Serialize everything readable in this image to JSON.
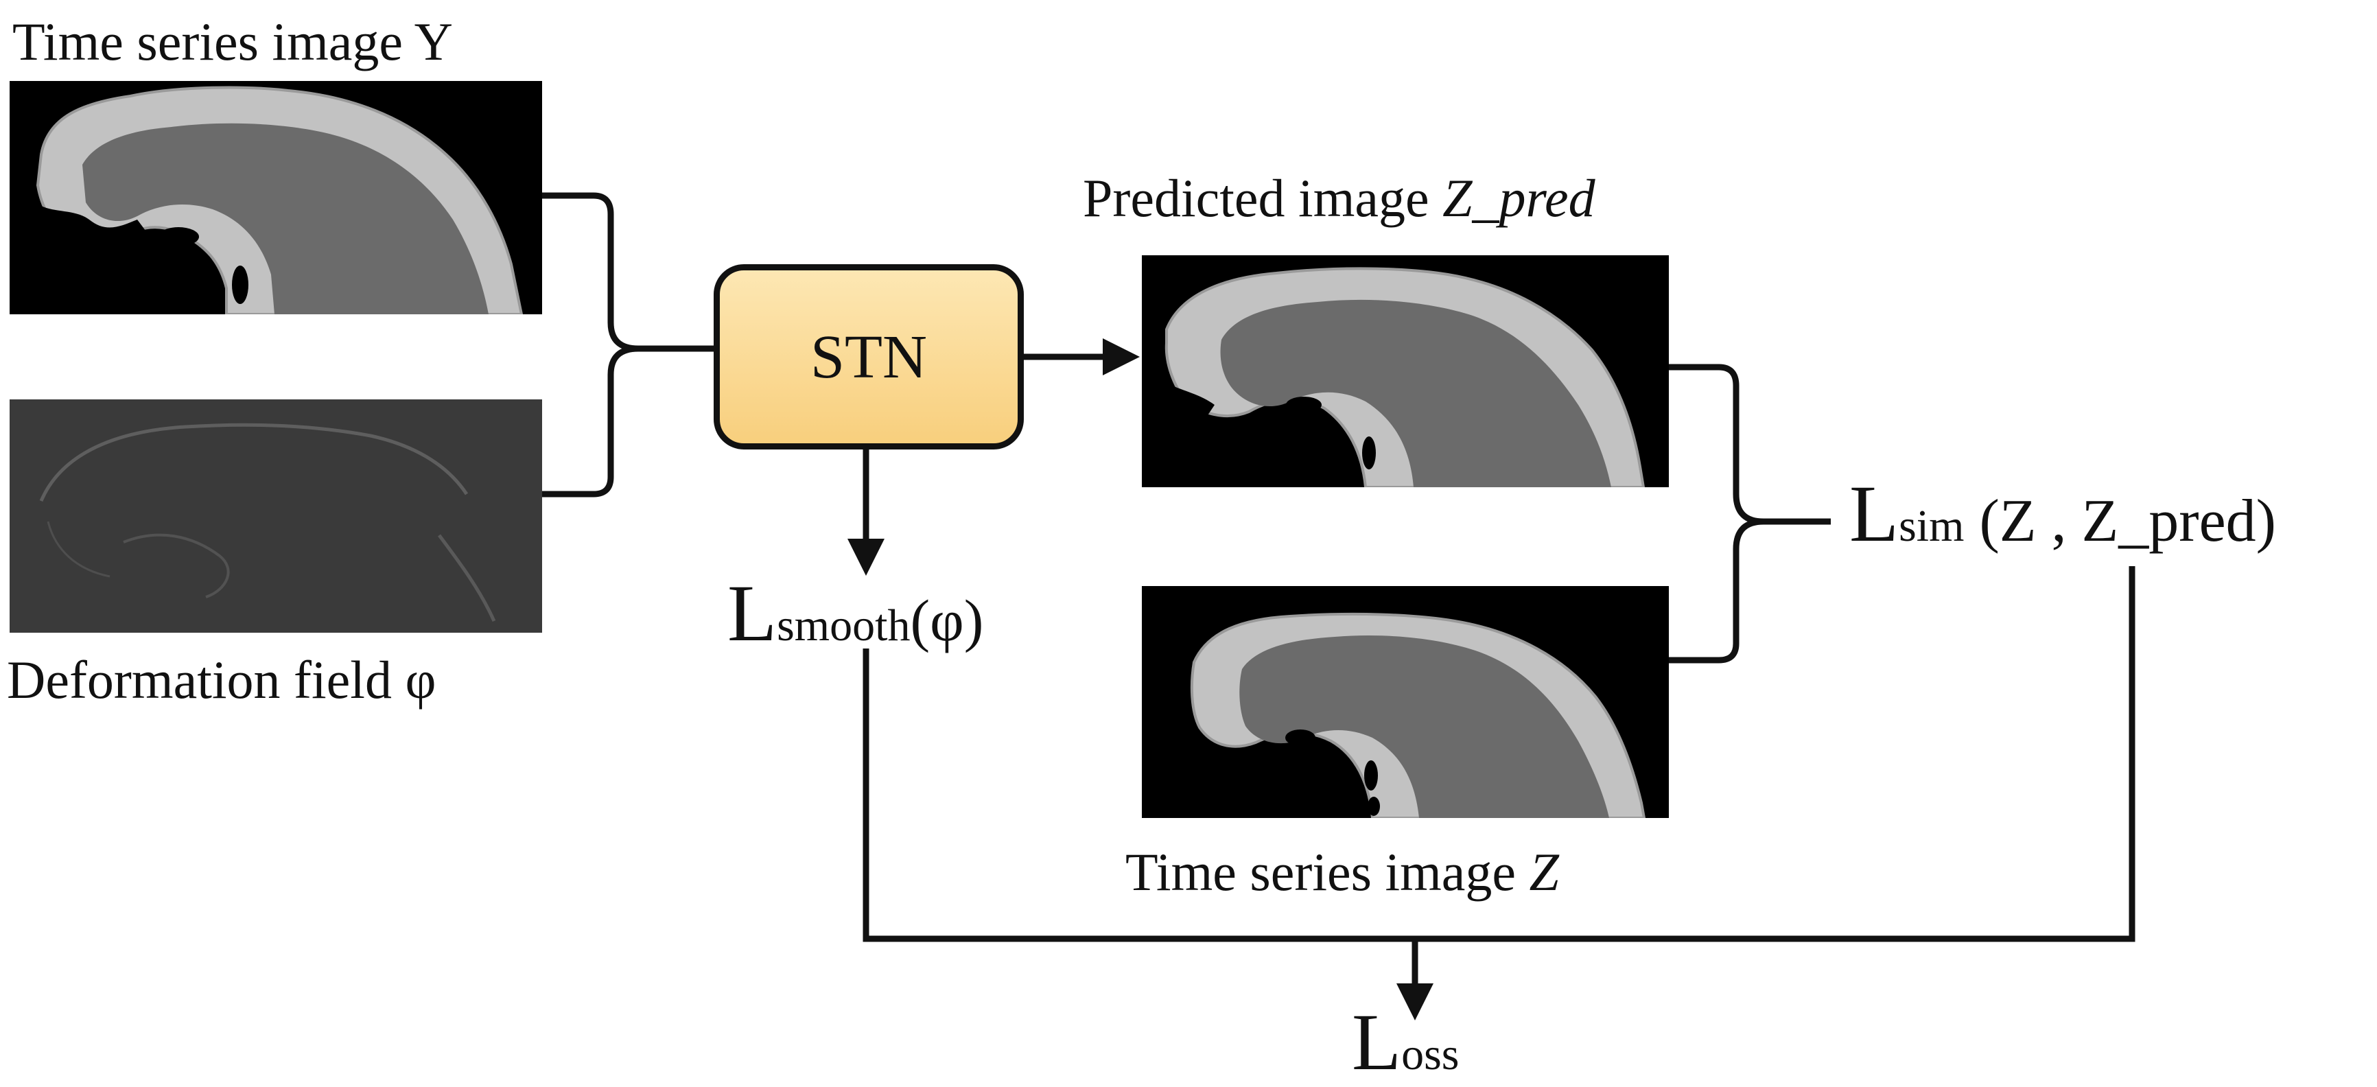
{
  "labels": {
    "input_y_prefix": "Time series image ",
    "input_y_var": "Y",
    "deformation": "Deformation field φ",
    "predicted_prefix": "Predicted image ",
    "predicted_var": "Z_pred",
    "target_prefix": "Time series image ",
    "target_var": "Z",
    "stn": "STN",
    "smooth_L": "L",
    "smooth_sub": "smooth",
    "smooth_arg": "(φ)",
    "sim_L": "L",
    "sim_sub": "sim",
    "sim_arg": " (Z , Z_pred)",
    "loss_L": "L",
    "loss_sub": "oss"
  },
  "colors": {
    "stn_fill_top": "#fde7b3",
    "stn_fill_bottom": "#f8cf7d",
    "image_background": "#000000",
    "tissue_core": "#6b6b6b",
    "tissue_edge": "#c4c4c4",
    "field_background": "#3a3a3a",
    "line": "#111111"
  }
}
